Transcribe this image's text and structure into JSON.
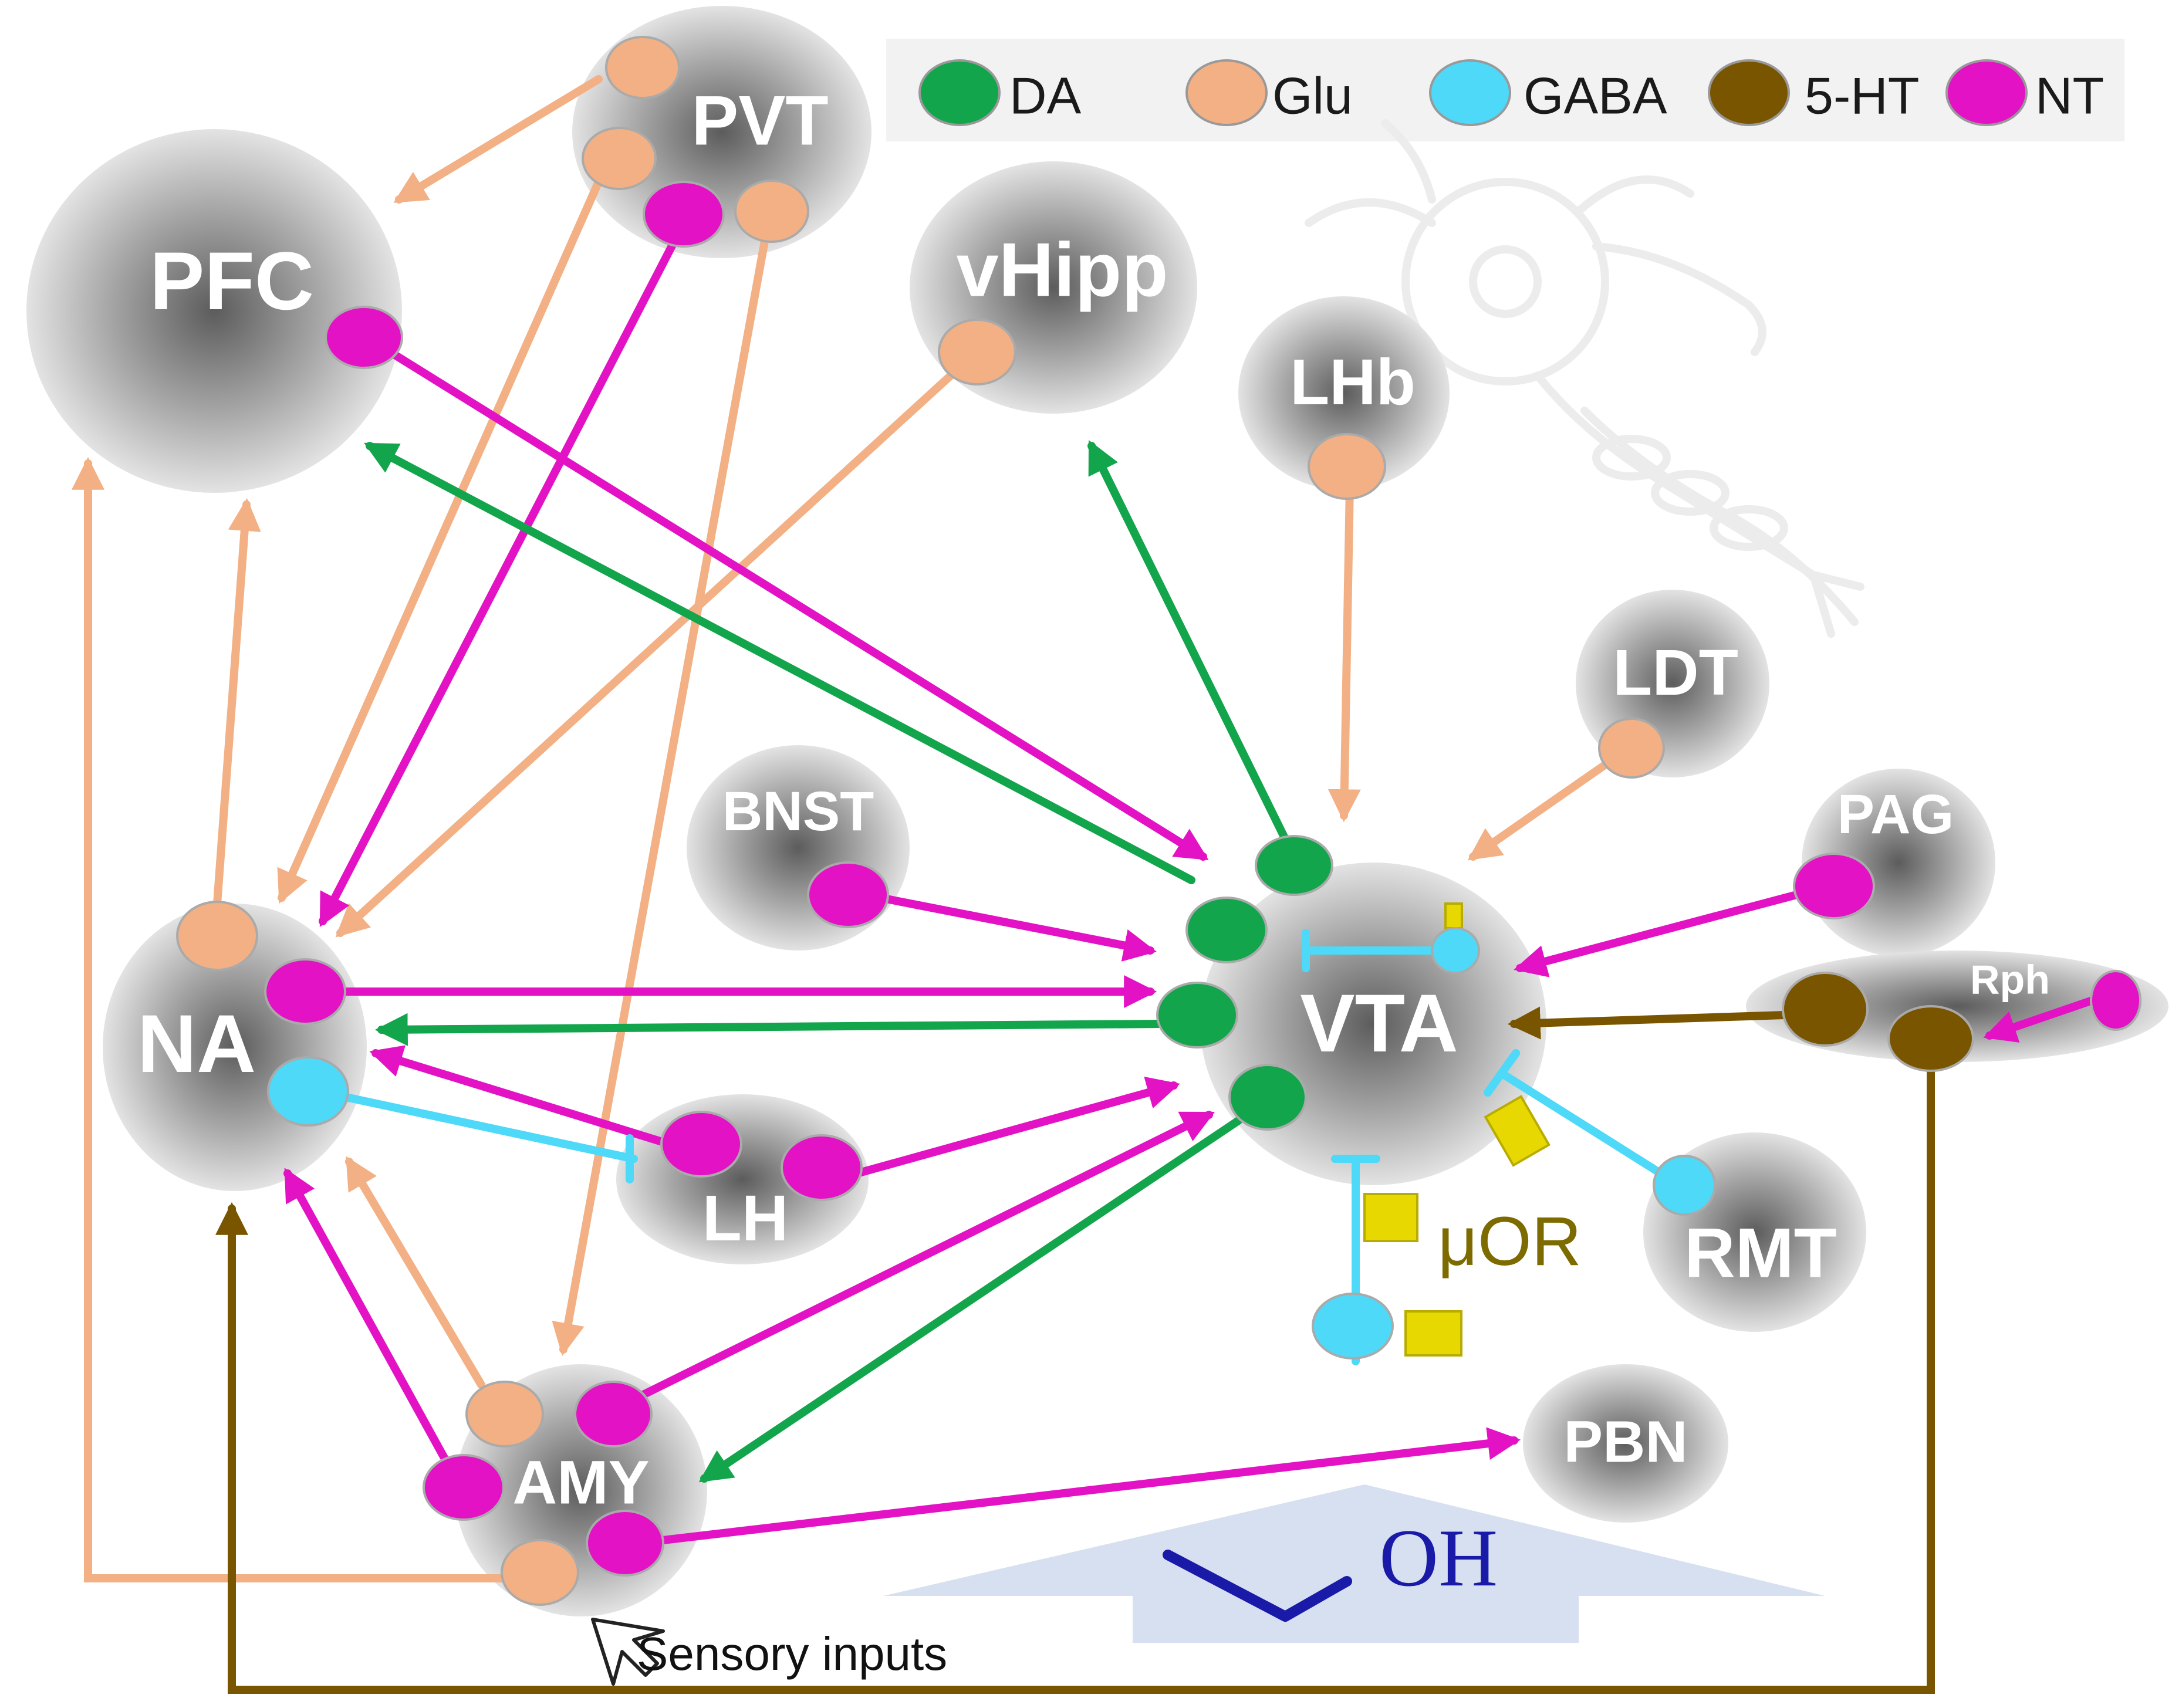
{
  "colors": {
    "DA": "#12a54c",
    "Glu": "#f2b084",
    "GABA": "#4dd9f7",
    "5-HT": "#7a5500",
    "NT": "#e312c4",
    "muOR": "#e6d800",
    "muOR_text": "#7d6b00",
    "ethanol": "#1a1aa8",
    "arrow_bg": "#d6e0f0"
  },
  "legend": [
    {
      "label": "DA",
      "color_key": "DA"
    },
    {
      "label": "Glu",
      "color_key": "Glu"
    },
    {
      "label": "GABA",
      "color_key": "GABA"
    },
    {
      "label": "5-HT",
      "color_key": "5-HT"
    },
    {
      "label": "NT",
      "color_key": "NT"
    }
  ],
  "regions": {
    "PFC": "PFC",
    "PVT": "PVT",
    "vHipp": "vHipp",
    "LHb": "LHb",
    "LDT": "LDT",
    "PAG": "PAG",
    "Rph": "Rph",
    "BNST": "BNST",
    "NA": "NA",
    "VTA": "VTA",
    "LH": "LH",
    "RMT": "RMT",
    "AMY": "AMY",
    "PBN": "PBN"
  },
  "labels": {
    "muOR": "μOR",
    "sensory": "Sensory inputs",
    "ethanol": "OH"
  }
}
